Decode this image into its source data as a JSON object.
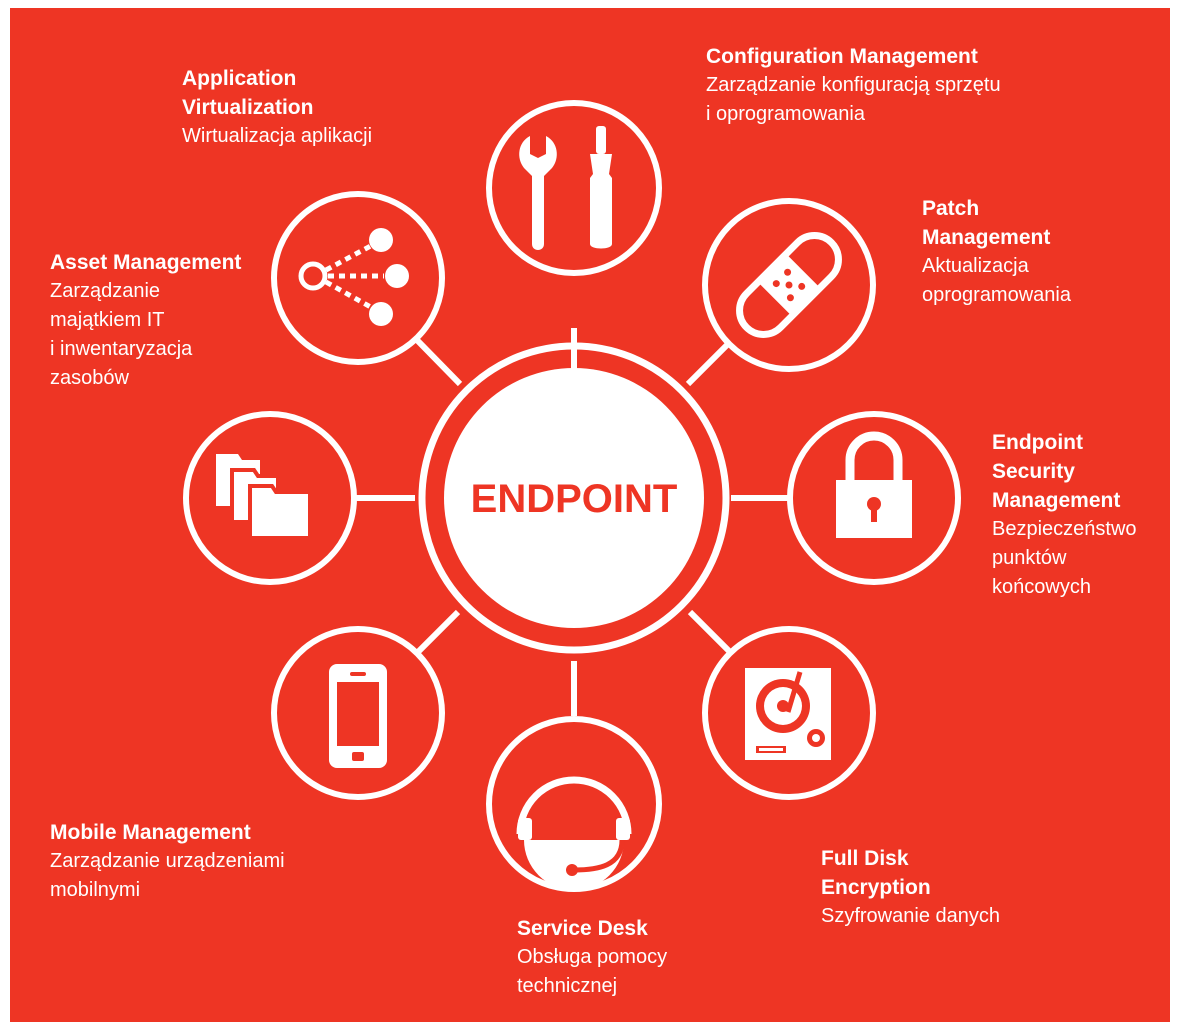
{
  "colors": {
    "background": "#ee3524",
    "foreground": "#ffffff",
    "center_text": "#ee3524"
  },
  "center": {
    "label": "ENDPOINT"
  },
  "nodes": [
    {
      "id": "configuration",
      "icon": "tools-icon",
      "title": "Configuration Management",
      "subtitle": [
        "Zarządzanie konfiguracją sprzętu",
        "i oprogramowania"
      ]
    },
    {
      "id": "patch",
      "icon": "bandage-icon",
      "title": "Patch Management",
      "subtitle": [
        "Aktualizacja",
        "oprogramowania"
      ]
    },
    {
      "id": "endpoint-security",
      "icon": "padlock-icon",
      "title": "Endpoint Security Management",
      "subtitle": [
        "Bezpieczeństwo",
        "punktów",
        "końcowych"
      ]
    },
    {
      "id": "full-disk",
      "icon": "hard-disk-icon",
      "title": "Full Disk Encryption",
      "subtitle": [
        "Szyfrowanie danych"
      ]
    },
    {
      "id": "service-desk",
      "icon": "headset-icon",
      "title": "Service Desk",
      "subtitle": [
        "Obsługa pomocy",
        "technicznej"
      ]
    },
    {
      "id": "mobile",
      "icon": "smartphone-icon",
      "title": "Mobile Management",
      "subtitle": [
        "Zarządzanie urządzeniami",
        "mobilnymi"
      ]
    },
    {
      "id": "asset",
      "icon": "folders-icon",
      "title": "Asset Management",
      "subtitle": [
        "Zarządzanie",
        "majątkiem IT",
        "i inwentaryzacja",
        "zasobów"
      ]
    },
    {
      "id": "app-virtualization",
      "icon": "share-network-icon",
      "title": "Application Virtualization",
      "subtitle": [
        "Wirtualizacja aplikacji"
      ]
    }
  ]
}
